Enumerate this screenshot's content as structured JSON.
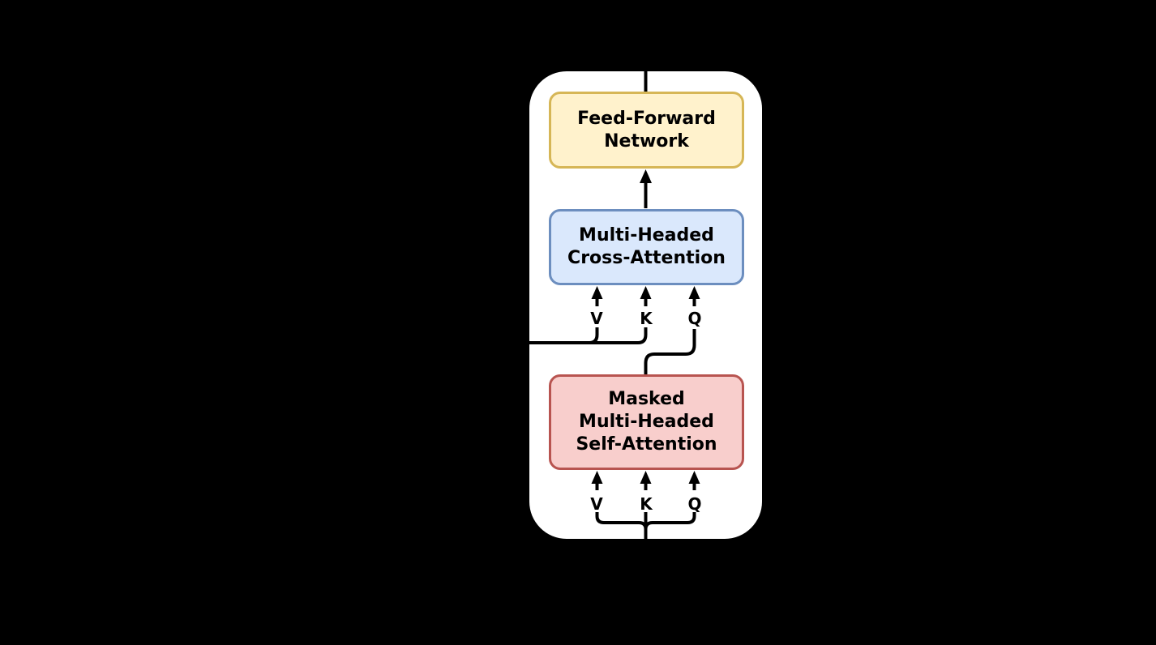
{
  "canvas": {
    "background": "#000000",
    "panel_fill": "#ffffff",
    "line_color": "#000000"
  },
  "blocks": {
    "feed_forward": {
      "lines": [
        "Feed-Forward",
        "Network"
      ],
      "fill": "#FFF2CC",
      "border": "#D6B656"
    },
    "cross_attention": {
      "lines": [
        "Multi-Headed",
        "Cross-Attention"
      ],
      "fill": "#DAE8FC",
      "border": "#6C8EBF"
    },
    "self_attention": {
      "lines": [
        "Masked",
        "Multi-Headed",
        "Self-Attention"
      ],
      "fill": "#F8CECC",
      "border": "#B85450"
    }
  },
  "cross_attention_inputs": {
    "v": "V",
    "k": "K",
    "q": "Q"
  },
  "self_attention_inputs": {
    "v": "V",
    "k": "K",
    "q": "Q"
  }
}
